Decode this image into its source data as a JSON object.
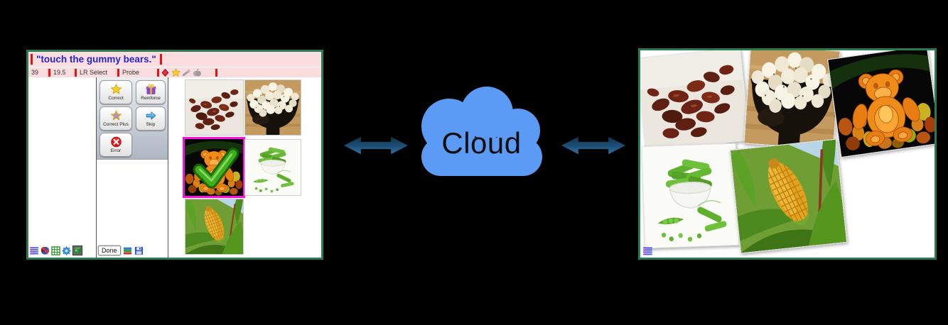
{
  "left_window": {
    "instruction": "\"touch the gummy bears.\"",
    "toolbar": {
      "trial_number": "39",
      "score": "19.5",
      "program": "LR Select",
      "phase": "Probe",
      "icons": [
        "diamond-icon",
        "star-icon",
        "dropper-icon",
        "apple-icon"
      ]
    },
    "response_panel": {
      "buttons": [
        {
          "label": "Correct",
          "icon": "star-icon"
        },
        {
          "label": "Reinforce",
          "icon": "gift-icon"
        },
        {
          "label": "Correct Plus",
          "icon": "star-plus-icon"
        },
        {
          "label": "Skip",
          "icon": "arrow-right-icon"
        },
        {
          "label": "Error",
          "icon": "error-x-icon"
        }
      ]
    },
    "footer": {
      "done_label": "Done",
      "tool_icons": [
        "menu-lines-icon",
        "pinwheel-icon",
        "grid-icon",
        "gear-icon",
        "cube-tool-icon",
        "layers-icon",
        "save-icon"
      ]
    },
    "stimuli": [
      "raisins",
      "popcorn",
      "gummy-bears",
      "peas",
      "corn"
    ],
    "selected_stimulus": "gummy-bears"
  },
  "cloud": {
    "label": "Cloud"
  },
  "right_window": {
    "stimuli": [
      "raisins",
      "popcorn",
      "gummy-bears",
      "peas",
      "corn"
    ],
    "tool_icons": [
      "menu-lines-icon"
    ]
  },
  "colors": {
    "window_border_green": "#2a7a52",
    "header_pink": "#fbdcdf",
    "marker_red": "#f10d0d",
    "instruction_blue": "#2525cf",
    "selection_magenta": "#ff10e0",
    "cloud_blue": "#5b9bf5",
    "arrow_blue": "#1d4d73"
  }
}
